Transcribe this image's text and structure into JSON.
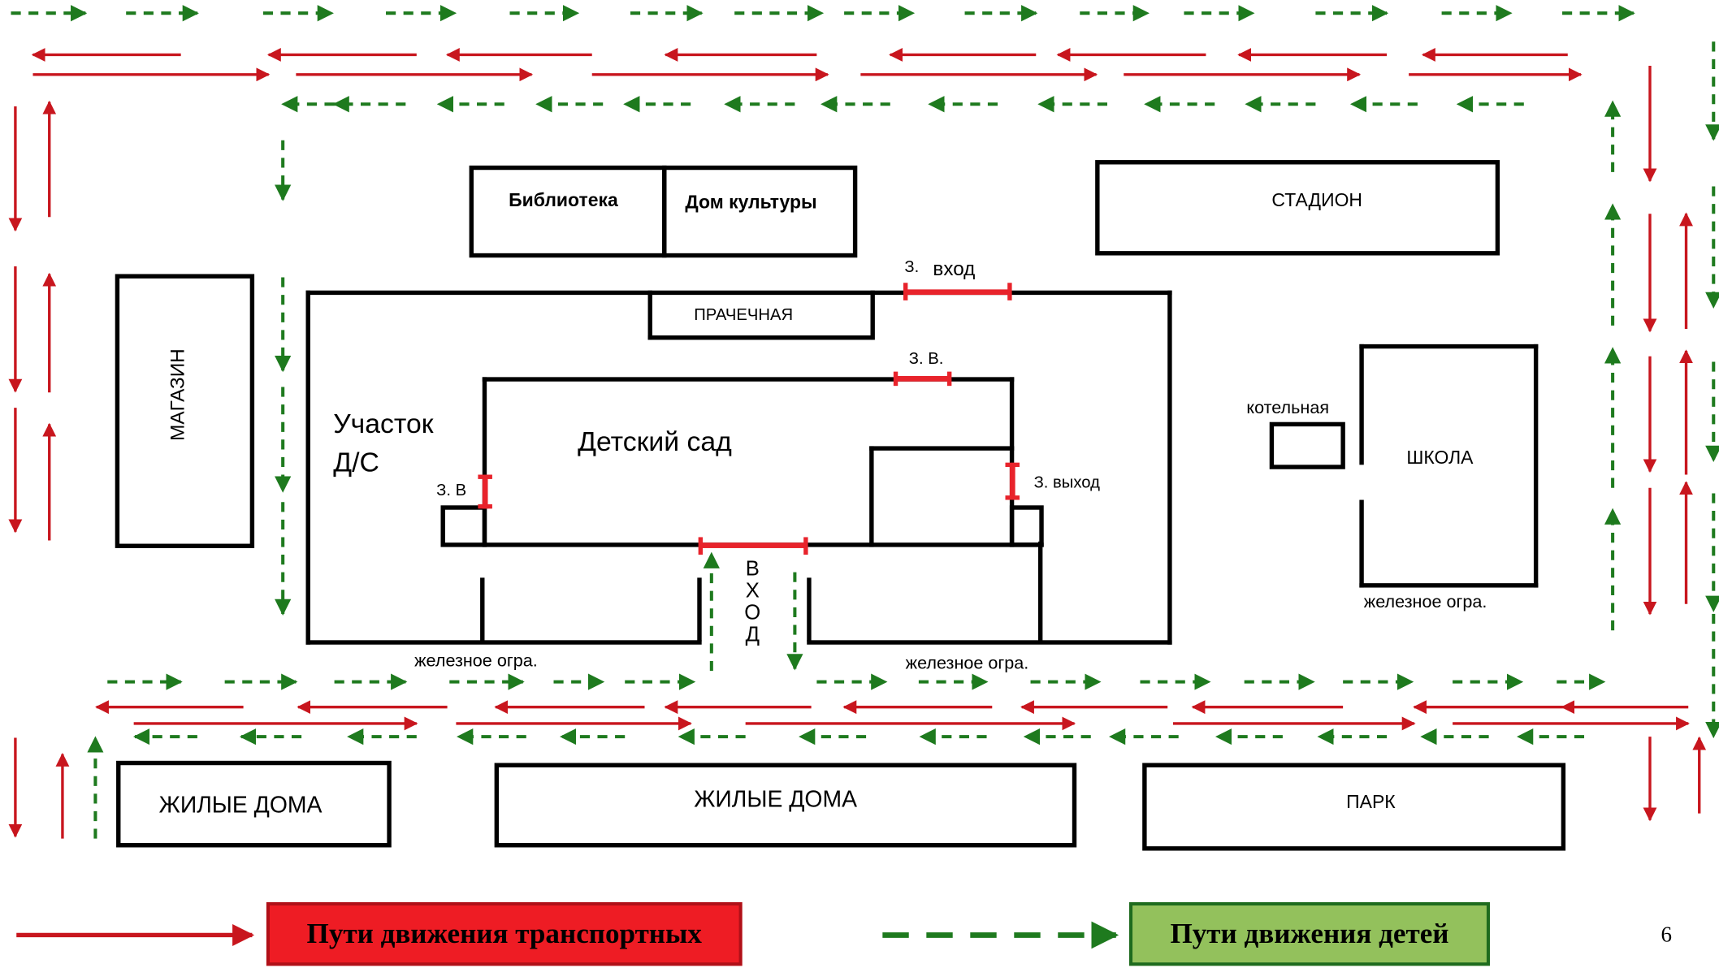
{
  "colors": {
    "transport": "#c8161e",
    "children": "#1e7a1e",
    "gate": "#e8232b",
    "legend_transport_bg": "#ee1c24",
    "legend_children_bg": "#93c15c",
    "legend_children_border": "#1e6b1e",
    "legend_transport_border": "#b01018"
  },
  "buildings": {
    "library": "Библиотека",
    "culture_house": "Дом культуры",
    "stadium": "СТАДИОН",
    "shop": "МАГАЗИН",
    "laundry": "ПРАЧЕЧНАЯ",
    "kindergarten": "Детский сад",
    "plot_line1": "Участок",
    "plot_line2": "Д/С",
    "boiler": "котельная",
    "school": "ШКОЛА",
    "houses_left": "ЖИЛЫЕ ДОМА",
    "houses_center": "ЖИЛЫЕ ДОМА",
    "park": "ПАРК"
  },
  "gates": {
    "top_prefix": "З.",
    "top_entrance": "вход",
    "inner_top": "З. В.",
    "inner_left": "З. В",
    "inner_right": "З. выход",
    "main_entrance_letters": [
      "В",
      "Х",
      "О",
      "Д"
    ]
  },
  "fences": {
    "left": "железное огра.",
    "right": "железное огра.",
    "school": "железное огра."
  },
  "legend": {
    "transport_label": "Пути  движения транспортных",
    "children_label": "Пути движения  детей"
  },
  "page_number": "6"
}
